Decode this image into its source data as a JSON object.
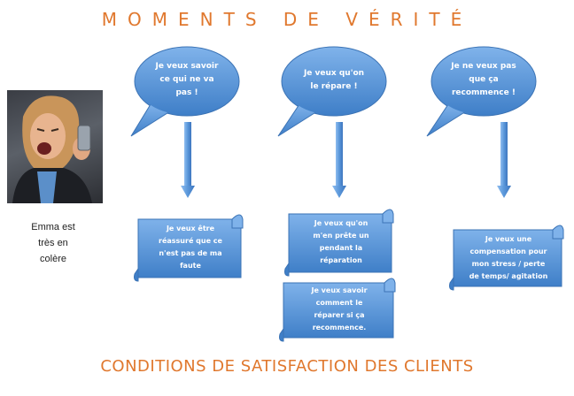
{
  "title": "MOMENTS DE VÉRITÉ",
  "footer": "CONDITIONS DE SATISFACTION DES CLIENTS",
  "person": {
    "caption_lines": [
      "Emma est",
      "très en",
      "colère"
    ]
  },
  "bubbles": [
    {
      "lines": [
        "Je veux savoir",
        "ce qui ne va",
        "pas !"
      ]
    },
    {
      "lines": [
        "Je veux qu'on",
        "le répare !"
      ]
    },
    {
      "lines": [
        "Je ne veux pas",
        "que ça",
        "recommence !"
      ]
    }
  ],
  "scrolls": [
    {
      "lines": [
        "Je veux être",
        "réassuré que ce",
        "n'est pas de ma",
        "faute"
      ]
    },
    {
      "lines": [
        "Je veux qu'on",
        "m'en prête un",
        "pendant la",
        "réparation"
      ]
    },
    {
      "lines": [
        "Je veux savoir",
        "comment le",
        "réparer si ça",
        "recommence."
      ]
    },
    {
      "lines": [
        "Je veux une",
        "compensation pour",
        "mon stress / perte",
        "de temps/ agitation"
      ]
    }
  ],
  "colors": {
    "accent": "#e0782e",
    "shape_fill": "#4f8ed4",
    "shape_stroke": "#3b73b5"
  }
}
